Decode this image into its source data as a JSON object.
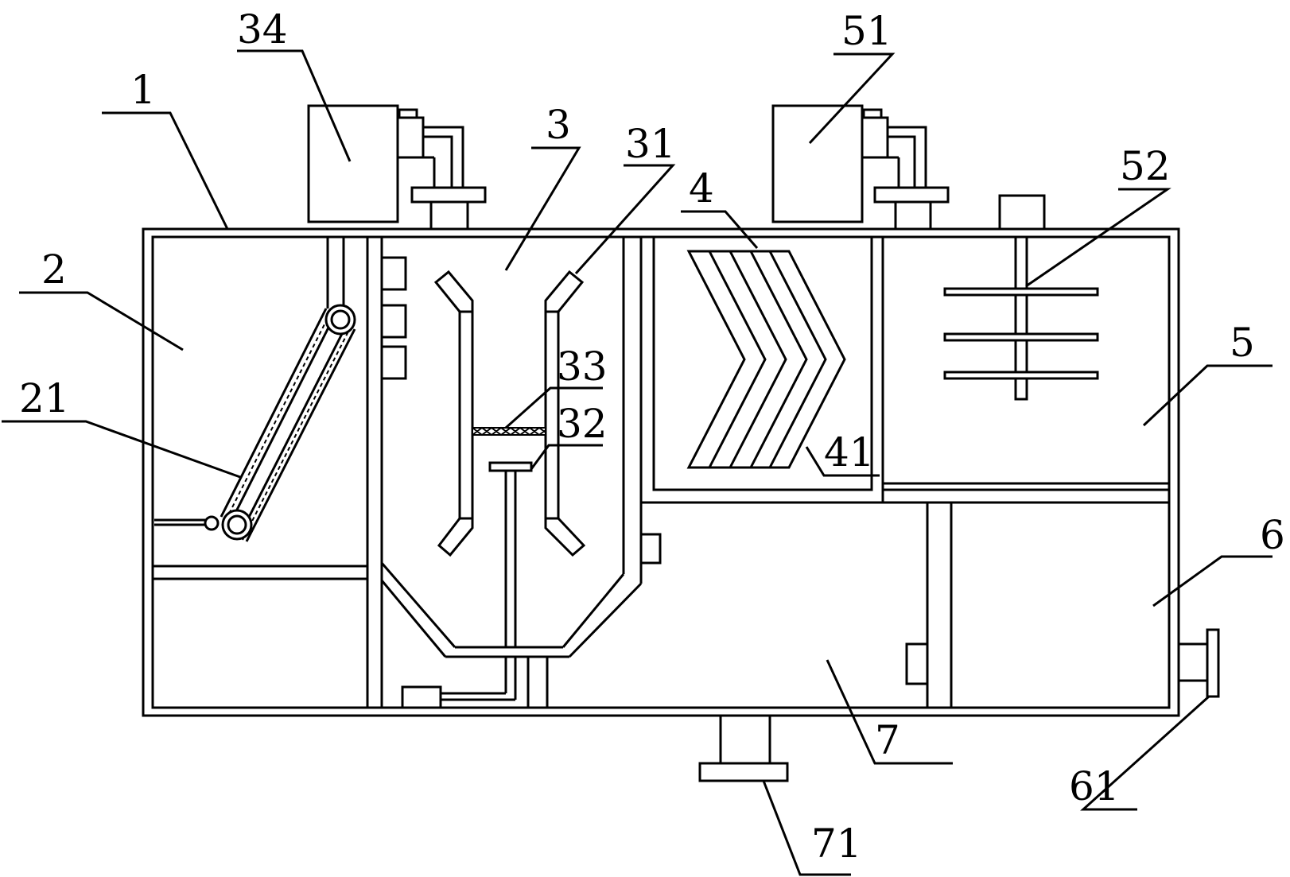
{
  "diagram": {
    "labels": {
      "l1": "1",
      "l2": "2",
      "l21": "21",
      "l3": "3",
      "l31": "31",
      "l32": "32",
      "l33": "33",
      "l34": "34",
      "l4": "4",
      "l41": "41",
      "l5": "5",
      "l51": "51",
      "l52": "52",
      "l6": "6",
      "l61": "61",
      "l7": "7",
      "l71": "71"
    },
    "colors": {
      "line": "#000000",
      "background": "#ffffff"
    }
  }
}
